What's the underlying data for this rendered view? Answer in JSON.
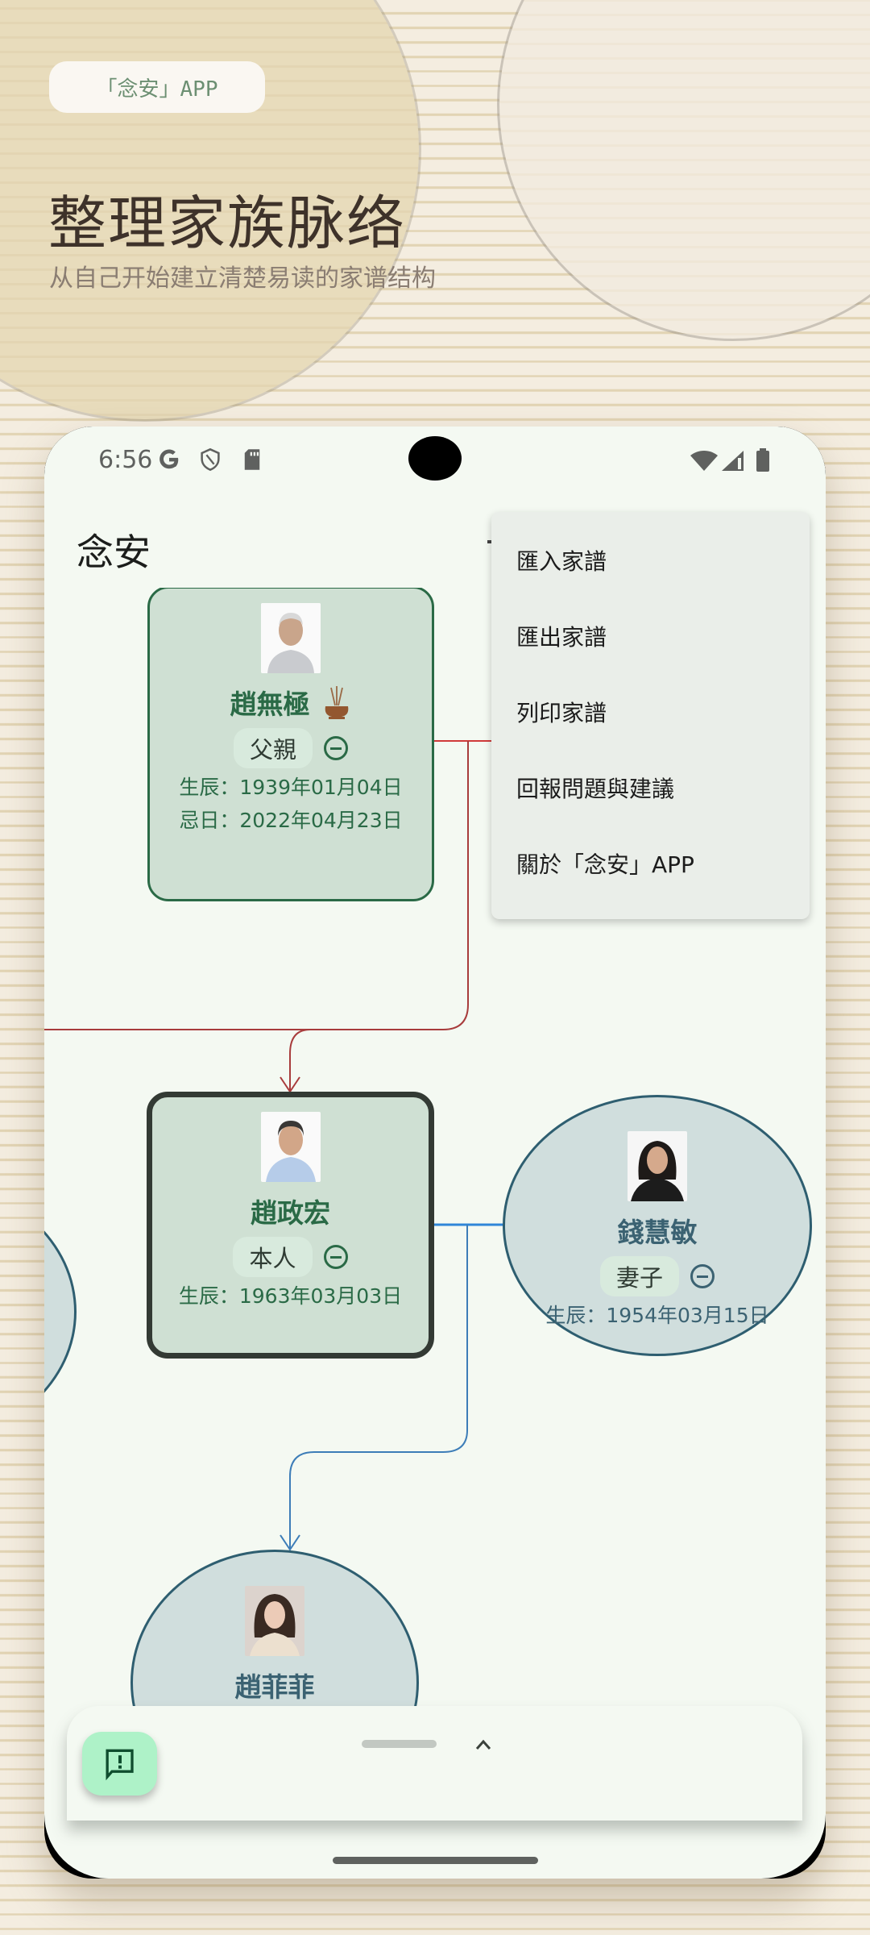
{
  "hero": {
    "badge": "「念安」APP",
    "title": "整理家族脉络",
    "subtitle": "从自己开始建立清楚易读的家谱结构"
  },
  "status_bar": {
    "time": "6:56",
    "left_icons": [
      "google-icon",
      "shield-icon",
      "sd-card-icon"
    ],
    "right_icons": [
      "wifi-icon",
      "signal-icon",
      "battery-icon"
    ]
  },
  "app_bar": {
    "title": "念安"
  },
  "menu": {
    "items": [
      {
        "label": "匯入家譜"
      },
      {
        "label": "匯出家譜"
      },
      {
        "label": "列印家譜"
      },
      {
        "label": "回報問題與建議"
      },
      {
        "label": "關於「念安」APP"
      }
    ]
  },
  "tree": {
    "father": {
      "name": "趙無極",
      "relation": "父親",
      "birth": "生辰：1939年01月04日",
      "death": "忌日：2022年04月23日",
      "deceased_icon": "incense-burner-icon"
    },
    "self": {
      "name": "趙政宏",
      "relation": "本人",
      "birth": "生辰：1963年03月03日"
    },
    "spouse": {
      "name": "錢慧敏",
      "relation": "妻子",
      "birth": "生辰：1954年03月15日"
    },
    "child": {
      "name": "趙菲菲"
    },
    "colors": {
      "paternal_line": "#b03a3a",
      "descendant_line": "#3d7db8",
      "male_card": "#cfe0d3",
      "female_node": "#d0dedd"
    }
  },
  "bottom_sheet": {
    "fab_icon": "feedback-icon",
    "expand_icon": "chevron-up-icon"
  }
}
